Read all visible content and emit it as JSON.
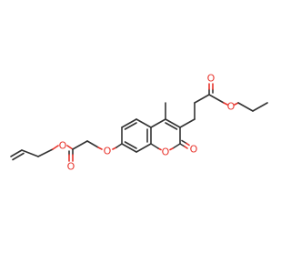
{
  "molecule": {
    "atom_labels": {
      "o_allyl_ester": "O",
      "o_allyl_carbonyl": "O",
      "o_ether": "O",
      "o_ring": "O",
      "o_lactone_carbonyl": "O",
      "o_ethyl_carbonyl": "O",
      "o_ethyl_ester": "O"
    }
  },
  "colors": {
    "bond": "#333333",
    "oxygen": "#e8332b",
    "background": "#ffffff"
  }
}
